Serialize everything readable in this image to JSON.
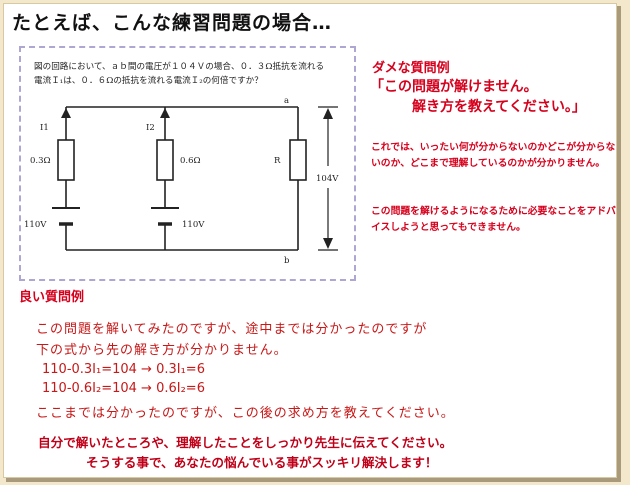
{
  "title": "たとえば、こんな練習問題の場合…",
  "problem": {
    "line1": "図の回路において、ａｂ間の電圧が１０４Ｖの場合、０．３Ω抵抗を流れる",
    "line2": "電流Ｉ₁は、０．６Ωの抵抗を流れる電流Ｉ₂の何倍ですか？"
  },
  "circuit": {
    "point_a": "a",
    "point_b": "b",
    "current_1": "I1",
    "current_2": "I2",
    "resistor_1": "0.3Ω",
    "resistor_2": "0.6Ω",
    "resistor_3": "R",
    "battery_1": "110V",
    "battery_2": "110V",
    "voltage_ab": "104V"
  },
  "bad_example": {
    "heading": "ダメな質問例",
    "quote_line1": "「この問題が解けません。",
    "quote_line2": "解き方を教えてください。」",
    "comment1": "これでは、いったい何が分からないのかどこが分からないのか、どこまで理解しているのかが分かりません。",
    "comment2": "この問題を解けるようになるために必要なことをアドバイスしようと思ってもできません。"
  },
  "good_example": {
    "heading": "良い質問例",
    "line1": "この問題を解いてみたのですが、途中までは分かったのですが",
    "line2": "下の式から先の解き方が分かりません。",
    "formula1": "110-0.3I₁=104 → 0.3I₁=6",
    "formula2": "110-0.6I₂=104 → 0.6I₂=6",
    "line3": "ここまでは分かったのですが、この後の求め方を教えてください。"
  },
  "closing": {
    "line1": "自分で解いたところや、理解したことをしっかり先生に伝えてください。",
    "line2": "そうする事で、あなたの悩んでいる事がスッキリ解決します！"
  }
}
